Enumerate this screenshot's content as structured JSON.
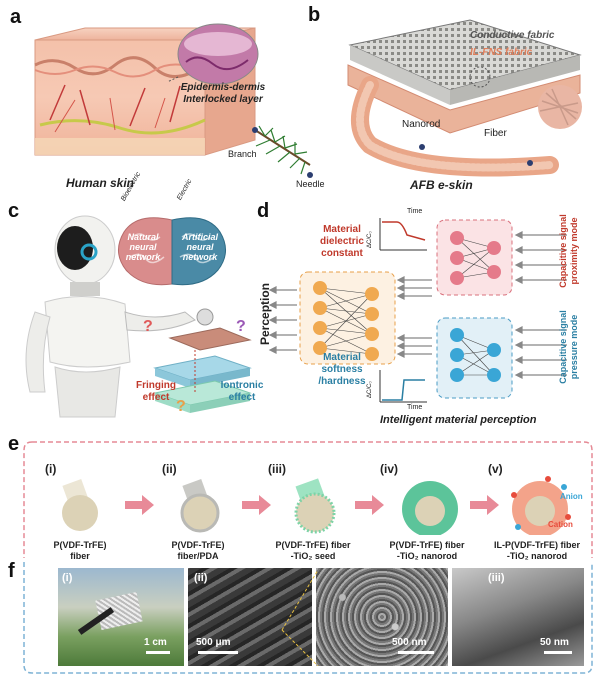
{
  "panels": {
    "a": "a",
    "b": "b",
    "c": "c",
    "d": "d",
    "e": "e",
    "f": "f"
  },
  "panel_a": {
    "callout": "Epidermis-dermis\nInterlocked layer",
    "caption": "Human skin",
    "branch_label": "Branch",
    "needle_label": "Needle"
  },
  "panel_b": {
    "conductive": "Conductive fabric",
    "ilfns": "IL-FNS fabric",
    "nanorod": "Nanorod",
    "fiber": "Fiber",
    "caption": "AFB e-skin"
  },
  "panel_c": {
    "bioelectric": "Bioelectric",
    "electric": "Electric",
    "natural": "Natural\nneural\nnetwork",
    "artificial": "Artificial\nneural\nnetwork",
    "fringing": "Fringing\neffect",
    "iontronic": "Iontronic\neffect"
  },
  "panel_d": {
    "dielectric": "Material\ndielectric\nconstant",
    "softness": "Material\nsoftness\n/hardness",
    "perception": "Perception",
    "proximity": "Capacitive signal\nproximity mode",
    "pressure": "Capacitive signal\npressure mode",
    "time1": "Time",
    "time2": "Time",
    "yaxis1": "ΔC/C₀",
    "yaxis2": "ΔC/C₀",
    "caption": "Intelligent material perception"
  },
  "panel_e": {
    "steps": [
      {
        "num": "(i)",
        "label": "P(VDF-TrFE)\nfiber"
      },
      {
        "num": "(ii)",
        "label": "P(VDF-TrFE)\nfiber/PDA"
      },
      {
        "num": "(iii)",
        "label": "P(VDF-TrFE) fiber\n-TiO₂ seed"
      },
      {
        "num": "(iv)",
        "label": "P(VDF-TrFE) fiber\n-TiO₂ nanorod"
      },
      {
        "num": "(v)",
        "label": "IL-P(VDF-TrFE) fiber\n-TiO₂ nanorod"
      }
    ],
    "anion": "Anion",
    "cation": "Cation"
  },
  "panel_f": {
    "images": [
      {
        "num": "(i)",
        "scale": "1 cm"
      },
      {
        "num": "(ii)",
        "scale": "500 μm"
      },
      {
        "num": "",
        "scale": "500 nm"
      },
      {
        "num": "(iii)",
        "scale": "50 nm"
      }
    ]
  },
  "colors": {
    "skin": "#f2b9a0",
    "fabric_pink": "#e8a48a",
    "teal": "#2a7fa3",
    "red_text": "#c0392b",
    "green": "#7dd3a6",
    "dashed_red": "#e58a95",
    "dashed_blue": "#7fb3d5"
  }
}
